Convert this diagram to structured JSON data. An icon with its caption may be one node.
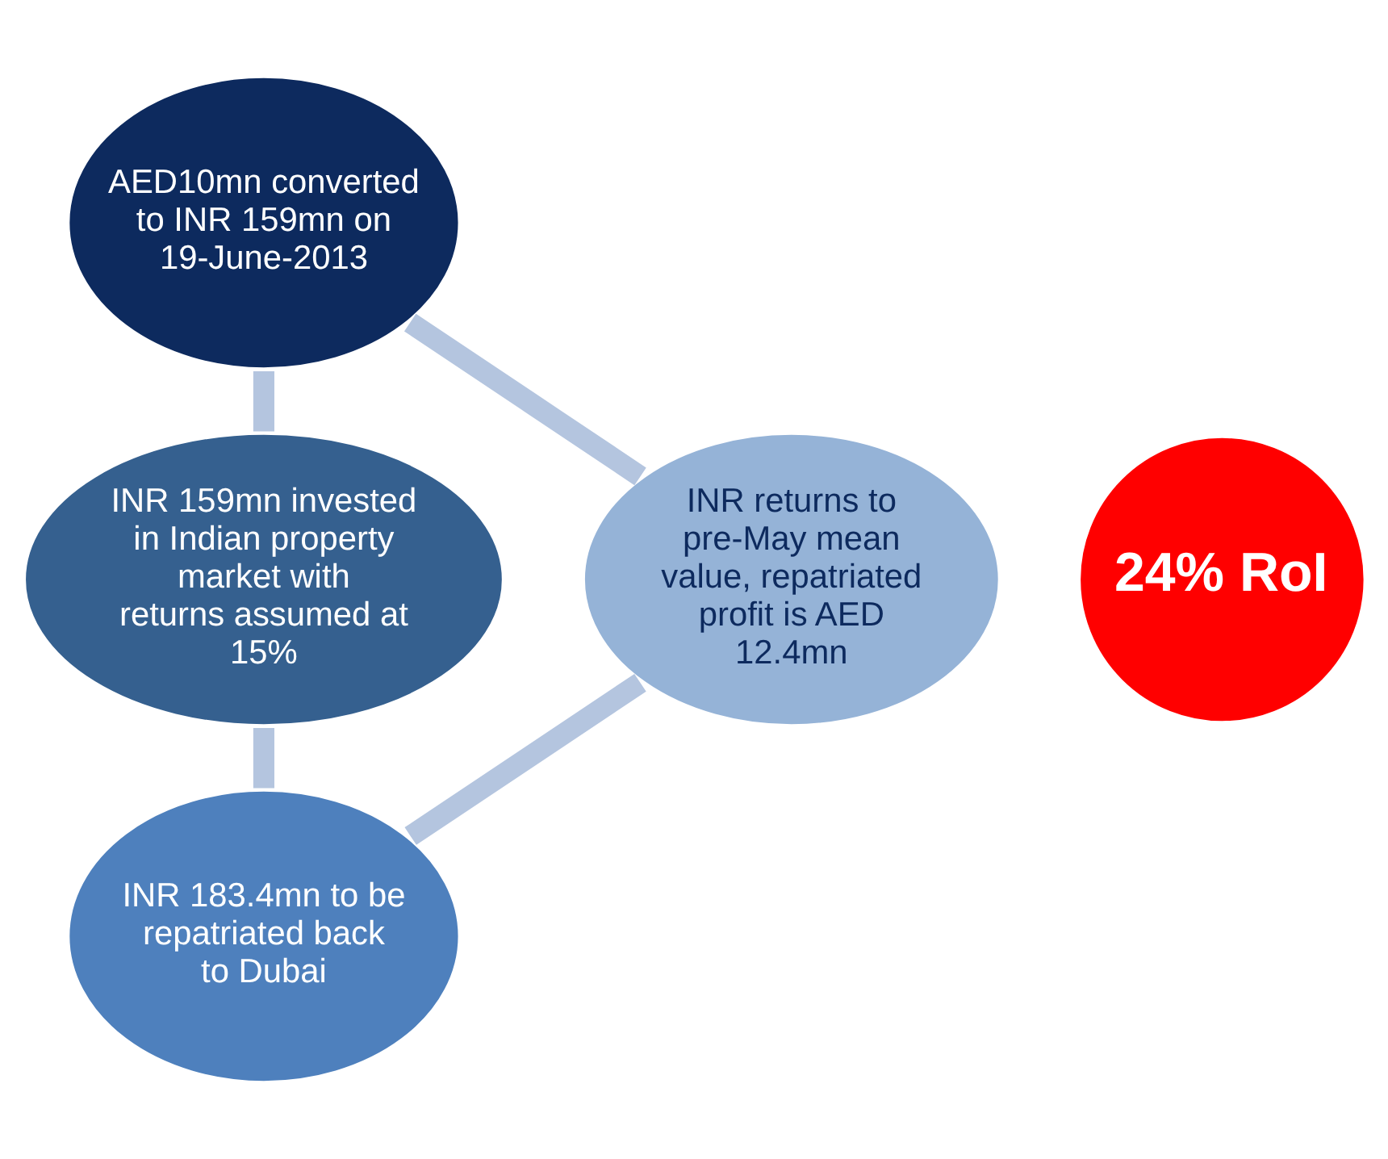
{
  "diagram": {
    "nodes": [
      {
        "text": [
          "AED10mn converted to INR 159mn on 19-June-2013"
        ]
      },
      {
        "text": [
          "INR 159mn invested in Indian property market with returns assumed at 15%"
        ]
      },
      {
        "text": [
          "INR 183.4mn to be repatriated back to Dubai"
        ]
      },
      {
        "text": [
          "INR returns to pre-May mean value, repatriated profit is AED 12.4mn"
        ]
      },
      {
        "text": [
          "24% RoI"
        ]
      }
    ],
    "edges": [
      {
        "from": 0,
        "to": 1,
        "arrow": "none"
      },
      {
        "from": 1,
        "to": 2,
        "arrow": "none"
      },
      {
        "from": 2,
        "to": 3,
        "arrow": "none"
      },
      {
        "from": 3,
        "to": 0,
        "arrow": "none"
      }
    ]
  }
}
